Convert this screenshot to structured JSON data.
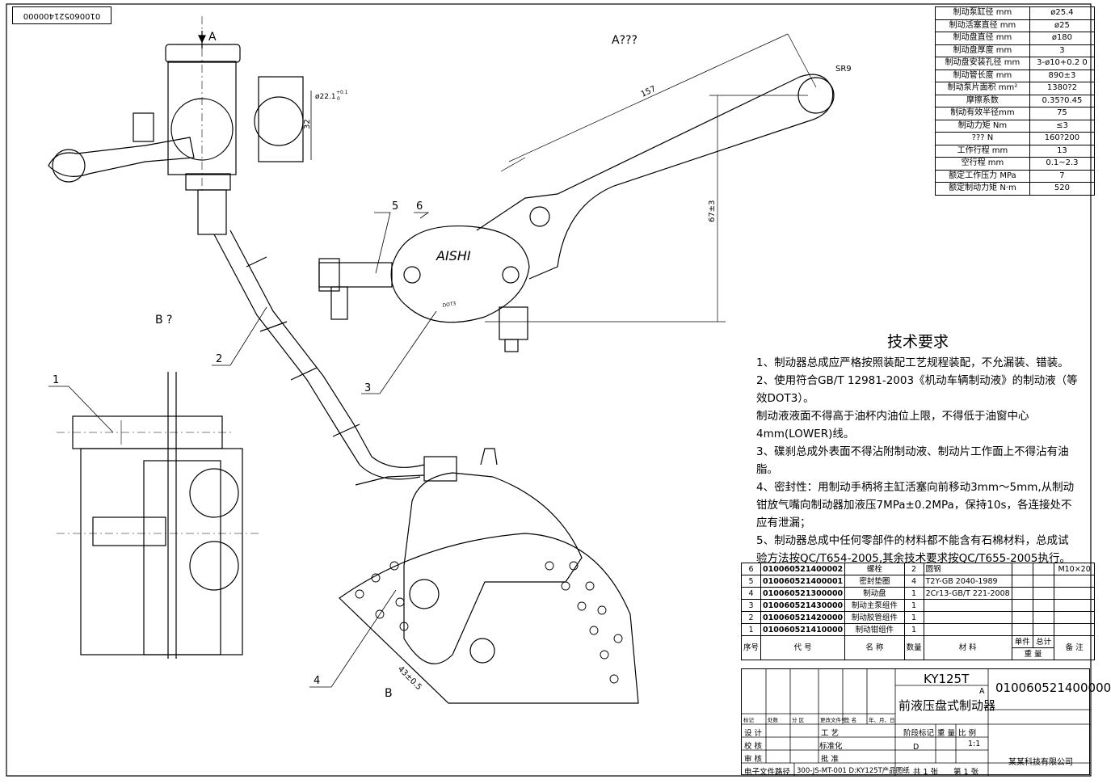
{
  "doc_number": "010060521400000",
  "view_labels": {
    "a_arrow": "A",
    "a_view": "A???",
    "b_view": "B ?",
    "b_arrow": "B"
  },
  "brand": "AISHI",
  "brake_fluid_text": "DOT3",
  "dimensions": {
    "d1": "ø22.1",
    "d1_tol": "+0.1",
    "d1_tol2": "0",
    "d2": "32",
    "d3": "157",
    "d4": "SR9",
    "d5": "67±3",
    "d6": "43±0.5"
  },
  "part_callouts": [
    "1",
    "2",
    "3",
    "4",
    "5",
    "6"
  ],
  "specs": [
    {
      "k": "制动泵缸径  mm",
      "v": "ø25.4"
    },
    {
      "k": "制动活塞直径 mm",
      "v": "ø25"
    },
    {
      "k": "制动盘直径  mm",
      "v": "ø180"
    },
    {
      "k": "制动盘厚度  mm",
      "v": "3"
    },
    {
      "k": "制动盘安装孔径 mm",
      "v": "3-ø10+0.2 0"
    },
    {
      "k": "制动管长度  mm",
      "v": "890±3"
    },
    {
      "k": "制动泵片面积 mm²",
      "v": "1380?2"
    },
    {
      "k": "摩擦系数",
      "v": "0.35?0.45"
    },
    {
      "k": "制动有效半径mm",
      "v": "75"
    },
    {
      "k": "制动力矩  Nm",
      "v": "≤3"
    },
    {
      "k": "??? N",
      "v": "160?200"
    },
    {
      "k": "工作行程 mm",
      "v": "13"
    },
    {
      "k": "空行程 mm",
      "v": "0.1~2.3"
    },
    {
      "k": "额定工作压力 MPa",
      "v": "7"
    },
    {
      "k": "额定制动力矩 N·m",
      "v": "520"
    }
  ],
  "tech": {
    "title": "技术要求",
    "lines": [
      "1、制动器总成应严格按照装配工艺规程装配，不允漏装、错装。",
      "2、使用符合GB/T 12981-2003《机动车辆制动液》的制动液（等效DOT3）。",
      "    制动液液面不得高于油杯内油位上限，不得低于油窗中心4mm(LOWER)线。",
      "3、碟刹总成外表面不得沾附制动液、制动片工作面上不得沾有油脂。",
      "4、密封性：用制动手柄将主缸活塞向前移动3mm～5mm,从制动钳放气嘴向制动器加液压7MPa±0.2MPa，保持10s，各连接处不应有泄漏；",
      "5、制动器总成中任何零部件的材料都不能含有石棉材料，总成试验方法按QC/T654-2005,其余技术要求按QC/T655-2005执行。"
    ]
  },
  "bom": {
    "rows": [
      {
        "no": "6",
        "code": "010060521400002",
        "name": "螺栓",
        "qty": "2",
        "mat": "圆钢",
        "note": "M10×20"
      },
      {
        "no": "5",
        "code": "010060521400001",
        "name": "密封垫圈",
        "qty": "4",
        "mat": "T2Y-GB 2040-1989",
        "note": ""
      },
      {
        "no": "4",
        "code": "010060521300000",
        "name": "制动盘",
        "qty": "1",
        "mat": "2Cr13-GB/T 221-2008",
        "note": ""
      },
      {
        "no": "3",
        "code": "010060521430000",
        "name": "制动主泵组件",
        "qty": "1",
        "mat": "",
        "note": ""
      },
      {
        "no": "2",
        "code": "010060521420000",
        "name": "制动胶管组件",
        "qty": "1",
        "mat": "",
        "note": ""
      },
      {
        "no": "1",
        "code": "010060521410000",
        "name": "制动钳组件",
        "qty": "1",
        "mat": "",
        "note": ""
      }
    ],
    "header": {
      "no": "序号",
      "code": "代    号",
      "name": "名       称",
      "qty": "数量",
      "mat": "材    料",
      "unit": "单件",
      "total": "总计",
      "weight": "重  量",
      "note": "备  注"
    }
  },
  "title_block": {
    "model": "KY125T",
    "name": "前液压盘式制动器",
    "mark": "A",
    "code": "010060521400000",
    "company": "某某科技有限公司",
    "rev_headers": [
      "标记",
      "处数",
      "分  区",
      "更改文件号",
      "签  名",
      "年、月、日"
    ],
    "roles": [
      "设  计",
      "校  核",
      "审  核"
    ],
    "roles2": [
      "工  艺",
      "标准化",
      "批  准"
    ],
    "stage": "阶段标记",
    "weight": "重  量",
    "scale": "比  例",
    "stage_val": "D",
    "scale_val": "1:1",
    "file_path_label": "电子文件路径",
    "file_path": "300-JS-MT-001 D:KY125T产品图纸",
    "sheets": "共 1  张",
    "sheet_no": "第 1  张"
  }
}
